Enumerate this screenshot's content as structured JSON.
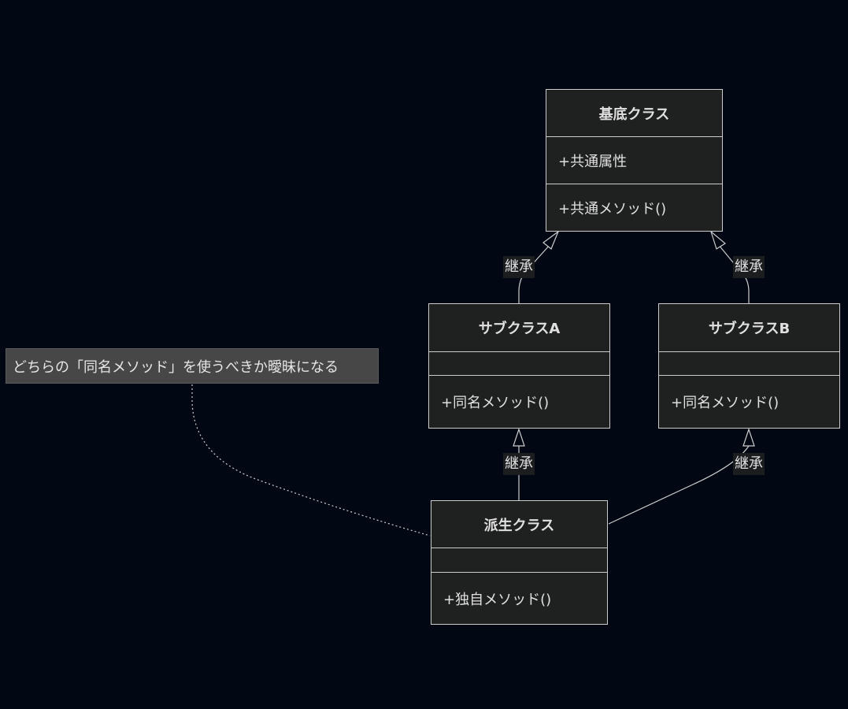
{
  "note": {
    "text": "どちらの「同名メソッド」を使うべきか曖昧になる"
  },
  "classes": {
    "base": {
      "name": "基底クラス",
      "attributes": [
        "+共通属性"
      ],
      "methods": [
        "+共通メソッド()"
      ]
    },
    "sub_a": {
      "name": "サブクラスA",
      "attributes": [],
      "methods": [
        "+同名メソッド()"
      ]
    },
    "sub_b": {
      "name": "サブクラスB",
      "attributes": [],
      "methods": [
        "+同名メソッド()"
      ]
    },
    "derived": {
      "name": "派生クラス",
      "attributes": [],
      "methods": [
        "+独自メソッド()"
      ]
    }
  },
  "relations": [
    {
      "from": "サブクラスA",
      "to": "基底クラス",
      "label": "継承"
    },
    {
      "from": "サブクラスB",
      "to": "基底クラス",
      "label": "継承"
    },
    {
      "from": "派生クラス",
      "to": "サブクラスA",
      "label": "継承"
    },
    {
      "from": "派生クラス",
      "to": "サブクラスB",
      "label": "継承"
    }
  ],
  "colors": {
    "background": "#020813",
    "class_fill": "#1f2020",
    "class_stroke": "#cccccc",
    "text": "#e0e0e0",
    "note_fill": "#474747"
  }
}
